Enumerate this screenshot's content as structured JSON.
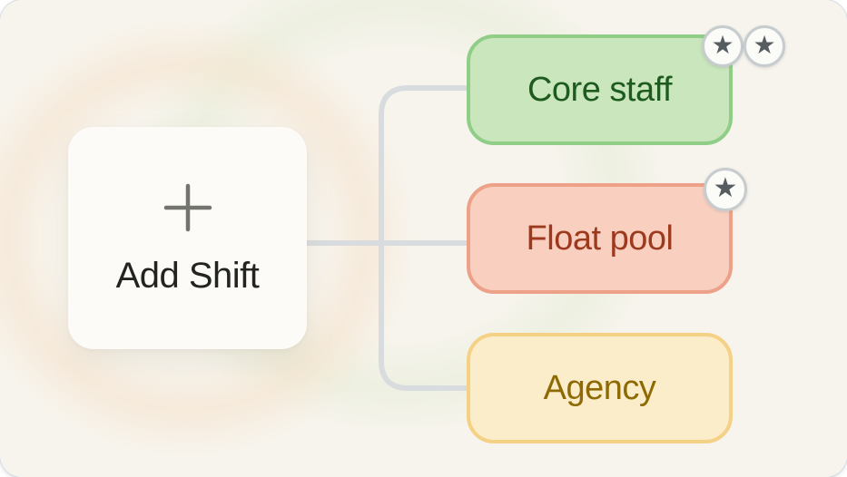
{
  "diagram": {
    "root_node": {
      "label": "Add Shift",
      "icon": "plus-icon"
    },
    "branches": [
      {
        "id": "core-staff",
        "label": "Core staff",
        "fill": "#c9e6bc",
        "border": "#90ce87",
        "text_color": "#1d5b1f",
        "stars": 2
      },
      {
        "id": "float-pool",
        "label": "Float pool",
        "fill": "#f9cfc0",
        "border": "#eda189",
        "text_color": "#9d3a1e",
        "stars": 1
      },
      {
        "id": "agency",
        "label": "Agency",
        "fill": "#fcedca",
        "border": "#f4d185",
        "text_color": "#8d6a04",
        "stars": 0
      }
    ],
    "connector_color": "#d9dcde",
    "badge": {
      "star_glyph": "★",
      "fill": "#fbfbf8",
      "ring": "#c7ccce",
      "star_color": "#565d61"
    },
    "colors": {
      "panel_bg": "#f7f4ed",
      "card_bg": "#fcfbf7",
      "card_text": "#23241f",
      "plus_icon": "#74746f"
    }
  }
}
